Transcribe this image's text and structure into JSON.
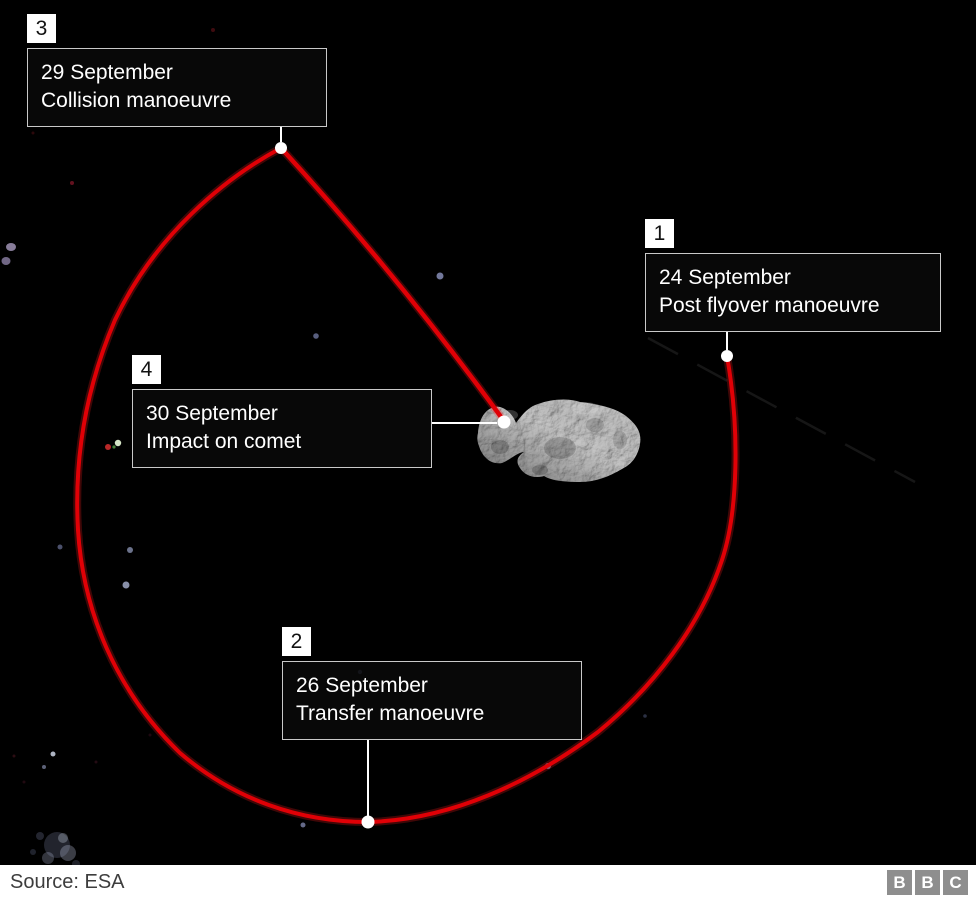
{
  "callouts": [
    {
      "number": "1",
      "date": "24 September",
      "label": "Post flyover manoeuvre"
    },
    {
      "number": "2",
      "date": "26 September",
      "label": "Transfer manoeuvre"
    },
    {
      "number": "3",
      "date": "29 September",
      "label": "Collision manoeuvre"
    },
    {
      "number": "4",
      "date": "30 September",
      "label": "Impact on comet"
    }
  ],
  "footer": {
    "source_label": "Source: ESA",
    "logo_letters": [
      "B",
      "B",
      "C"
    ]
  },
  "colors": {
    "trajectory_red": "#e00006",
    "connector_white": "#ffffff",
    "background_black": "#000000",
    "box_border_gray": "#c9c9c9",
    "badge_white": "#ffffff",
    "footer_text_gray": "#3d3d3d",
    "bbc_logo_gray": "#8e8e8e"
  }
}
